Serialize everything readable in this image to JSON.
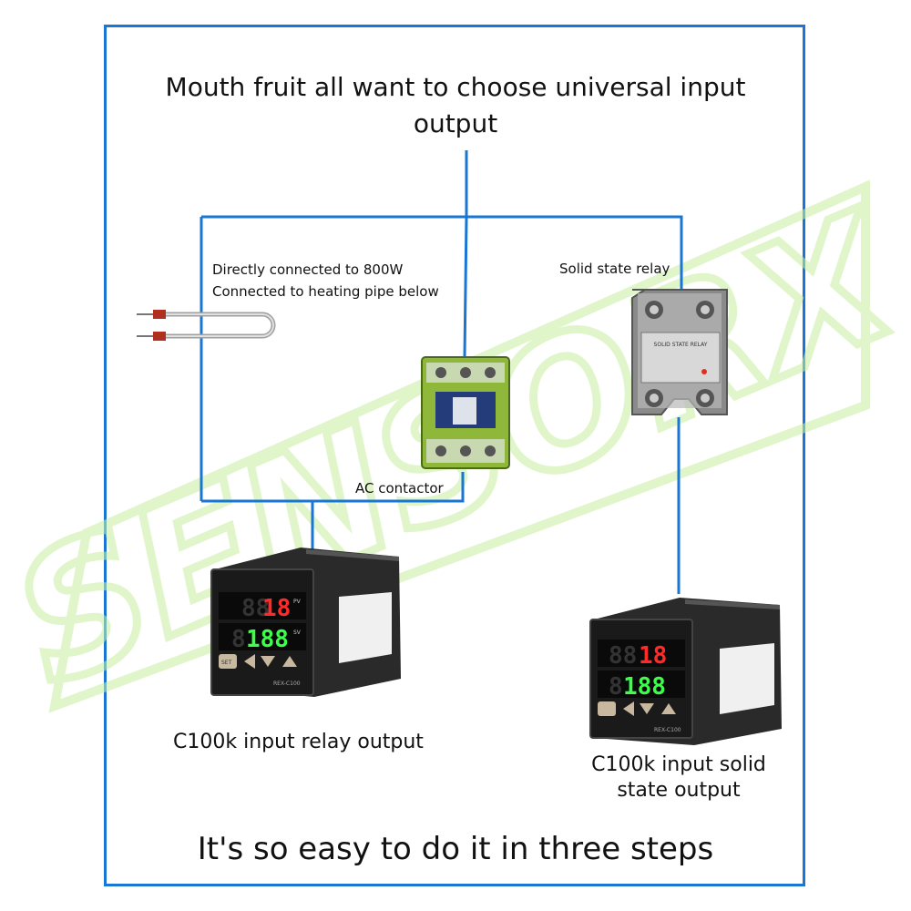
{
  "title": "Mouth fruit all want to choose universal input output",
  "heater_note": {
    "line1": "Directly connected to 800W",
    "line2": "Connected to heating pipe below"
  },
  "ssr_label": "Solid state relay",
  "contactor_label": "AC contactor",
  "relay_output_label": "C100k input relay output",
  "ssr_output_label": "C100k input solid state output",
  "footer": "It's so easy to do it in three steps",
  "watermark": "SENSORX",
  "controller": {
    "pv_value": "18",
    "sv_value": "188",
    "pv_tag": "PV",
    "sv_tag": "SV",
    "model": "REX-C100",
    "set_key": "SET"
  },
  "ssr_device_text": "SOLID STATE RELAY",
  "colors": {
    "line_blue": "#1976d2",
    "watermark_green": "#c8f0a0",
    "pv_red": "#ff2a2a",
    "sv_green": "#3cff4a",
    "contactor_green": "#8fb83a"
  }
}
